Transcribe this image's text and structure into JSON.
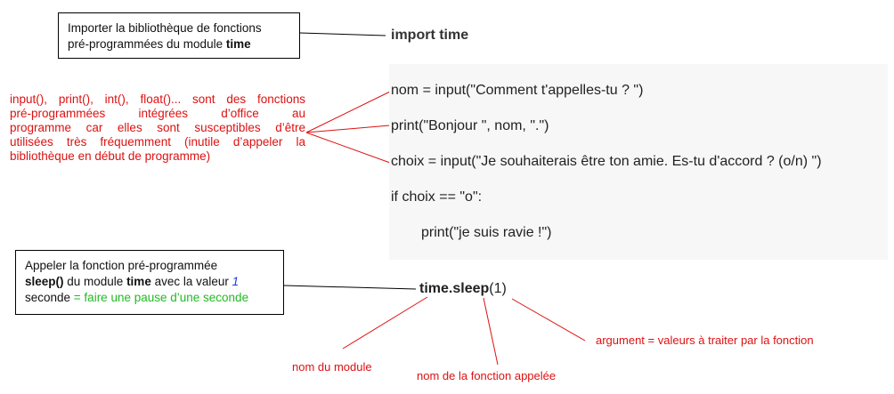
{
  "import_box": {
    "line1": "Importer la bibliothèque de fonctions",
    "line2_a": "pré-programmées du module ",
    "line2_b": "time"
  },
  "code_import": "import time",
  "builtins_note": [
    "input(), print(), int(), float()... sont des fonctions",
    "pré-programmées intégrées d’office au",
    "programme car elles sont susceptibles d’être",
    "utilisées très fréquemment (inutile d’appeler la",
    "bibliothèque en début de programme)"
  ],
  "code_lines": [
    "nom = input(\"Comment t'appelles-tu ? \")",
    "print(\"Bonjour \", nom, \".\")",
    "choix = input(\"Je souhaiterais être ton amie. Es-tu d'accord ? (o/n) \")",
    "if choix == \"o\":",
    "print(\"je suis ravie !\")"
  ],
  "sleep_box": {
    "l1": "Appeler la fonction pré-programmée",
    "l2_a": "sleep()",
    "l2_b": " du module ",
    "l2_c": "time",
    "l2_d": " avec la valeur ",
    "l2_e": "1",
    "l3_a": "seconde",
    "l3_b": " = faire une pause d’une seconde"
  },
  "code_sleep": {
    "module": "time",
    "dot": ".",
    "func": "sleep",
    "args": "(1)"
  },
  "labels": {
    "module": "nom du module",
    "function": "nom de la fonction appelée",
    "argument": "argument = valeurs à traiter par la fonction"
  },
  "colors": {
    "annotation_red": "#dd1111",
    "green": "#22bb22",
    "blue": "#1a3bd6",
    "code_panel_bg": "#f7f7f7"
  }
}
